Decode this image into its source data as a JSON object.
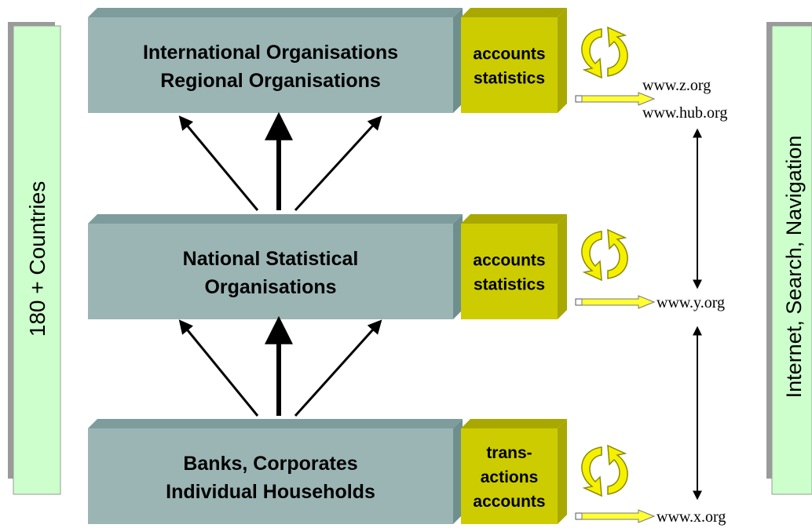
{
  "colors": {
    "entity_box": "#9bb5b5",
    "entity_box_top": "#7e9c9c",
    "entity_box_side": "#6f8f8f",
    "data_box": "#cccc00",
    "data_box_top": "#a8a800",
    "side_panel": "#ccffcc",
    "side_shadow": "#9a9a9a",
    "cycle_arrow": "#f5f000",
    "cycle_outline": "#8a8a00",
    "pointer_arrow": "#ffff33"
  },
  "left_panel": {
    "label": "180 + Countries"
  },
  "right_panel": {
    "label": "Internet, Search, Navigation"
  },
  "levels": [
    {
      "entity_lines": [
        "International Organisations",
        "Regional Organisations"
      ],
      "data_lines": [
        "accounts",
        "statistics"
      ],
      "urls": [
        "www.z.org",
        "www.hub.org"
      ],
      "cycle_icon": "refresh-cycle-icon",
      "pointer_icon": "yellow-pencil-arrow-icon"
    },
    {
      "entity_lines": [
        "National Statistical",
        "Organisations"
      ],
      "data_lines": [
        "accounts",
        "statistics"
      ],
      "urls": [
        "www.y.org"
      ],
      "cycle_icon": "refresh-cycle-icon",
      "pointer_icon": "yellow-pencil-arrow-icon"
    },
    {
      "entity_lines": [
        "Banks, Corporates",
        "Individual Households"
      ],
      "data_lines": [
        "trans-",
        "actions",
        "accounts"
      ],
      "urls": [
        "www.x.org"
      ],
      "cycle_icon": "refresh-cycle-icon",
      "pointer_icon": "yellow-pencil-arrow-icon"
    }
  ]
}
